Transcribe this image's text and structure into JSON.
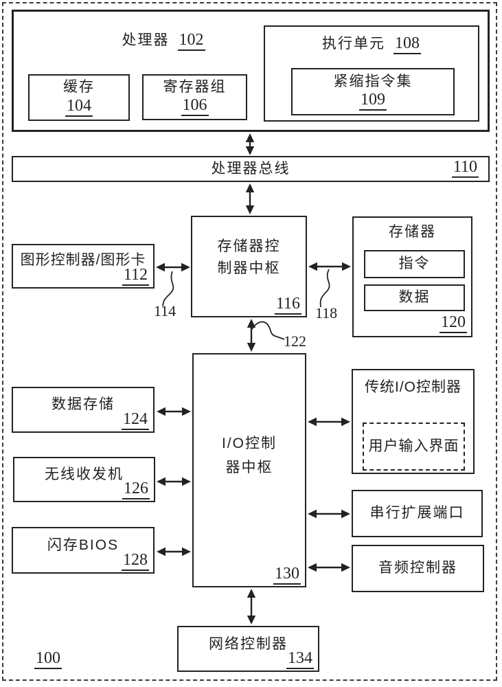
{
  "colors": {
    "ink": "#222222",
    "paper": "#ffffff"
  },
  "diagram": {
    "system_ref": "100",
    "processor": {
      "label": "处理器",
      "ref": "102"
    },
    "cache": {
      "label": "缓存",
      "ref": "104"
    },
    "register_file": {
      "label": "寄存器组",
      "ref": "106"
    },
    "execution_unit": {
      "label": "执行单元",
      "ref": "108"
    },
    "packed_instruction_set": {
      "label": "紧缩指令集",
      "ref": "109"
    },
    "processor_bus": {
      "label": "处理器总线",
      "ref": "110"
    },
    "graphics": {
      "label": "图形控制器/图形卡",
      "ref": "112"
    },
    "memory_controller_hub": {
      "line1": "存储器控",
      "line2": "制器中枢",
      "ref": "116"
    },
    "memory": {
      "label": "存储器",
      "ref": "120",
      "instructions_label": "指令",
      "data_label": "数据"
    },
    "io_controller_hub": {
      "line1": "I/O控制",
      "line2": "器中枢",
      "ref": "130"
    },
    "data_storage": {
      "label": "数据存储",
      "ref": "124"
    },
    "wireless_transceiver": {
      "label": "无线收发机",
      "ref": "126"
    },
    "flash_bios": {
      "label": "闪存BIOS",
      "ref": "128"
    },
    "legacy_io_controller": {
      "label": "传统I/O控制器"
    },
    "user_input_interface": {
      "label": "用户输入界面"
    },
    "serial_expansion_port": {
      "label": "串行扩展端口"
    },
    "audio_controller": {
      "label": "音频控制器"
    },
    "network_controller": {
      "label": "网络控制器",
      "ref": "134"
    },
    "leader_refs": {
      "graphics_link": "114",
      "memory_link": "118",
      "hub_link": "122"
    }
  }
}
